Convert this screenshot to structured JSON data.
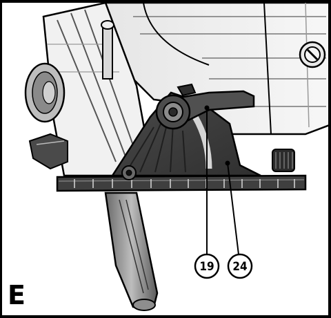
{
  "figure": {
    "letter": "E",
    "callouts": [
      {
        "id": "callout-19",
        "label": "19",
        "part": "depth-adjustment-lever"
      },
      {
        "id": "callout-24",
        "label": "24",
        "part": "depth-scale-bracket"
      }
    ]
  },
  "colors": {
    "line": "#000000",
    "background": "#ffffff",
    "dark_part": "#3a3a3a",
    "mid_part": "#7a7a7a",
    "light_part": "#d8d8d8"
  }
}
